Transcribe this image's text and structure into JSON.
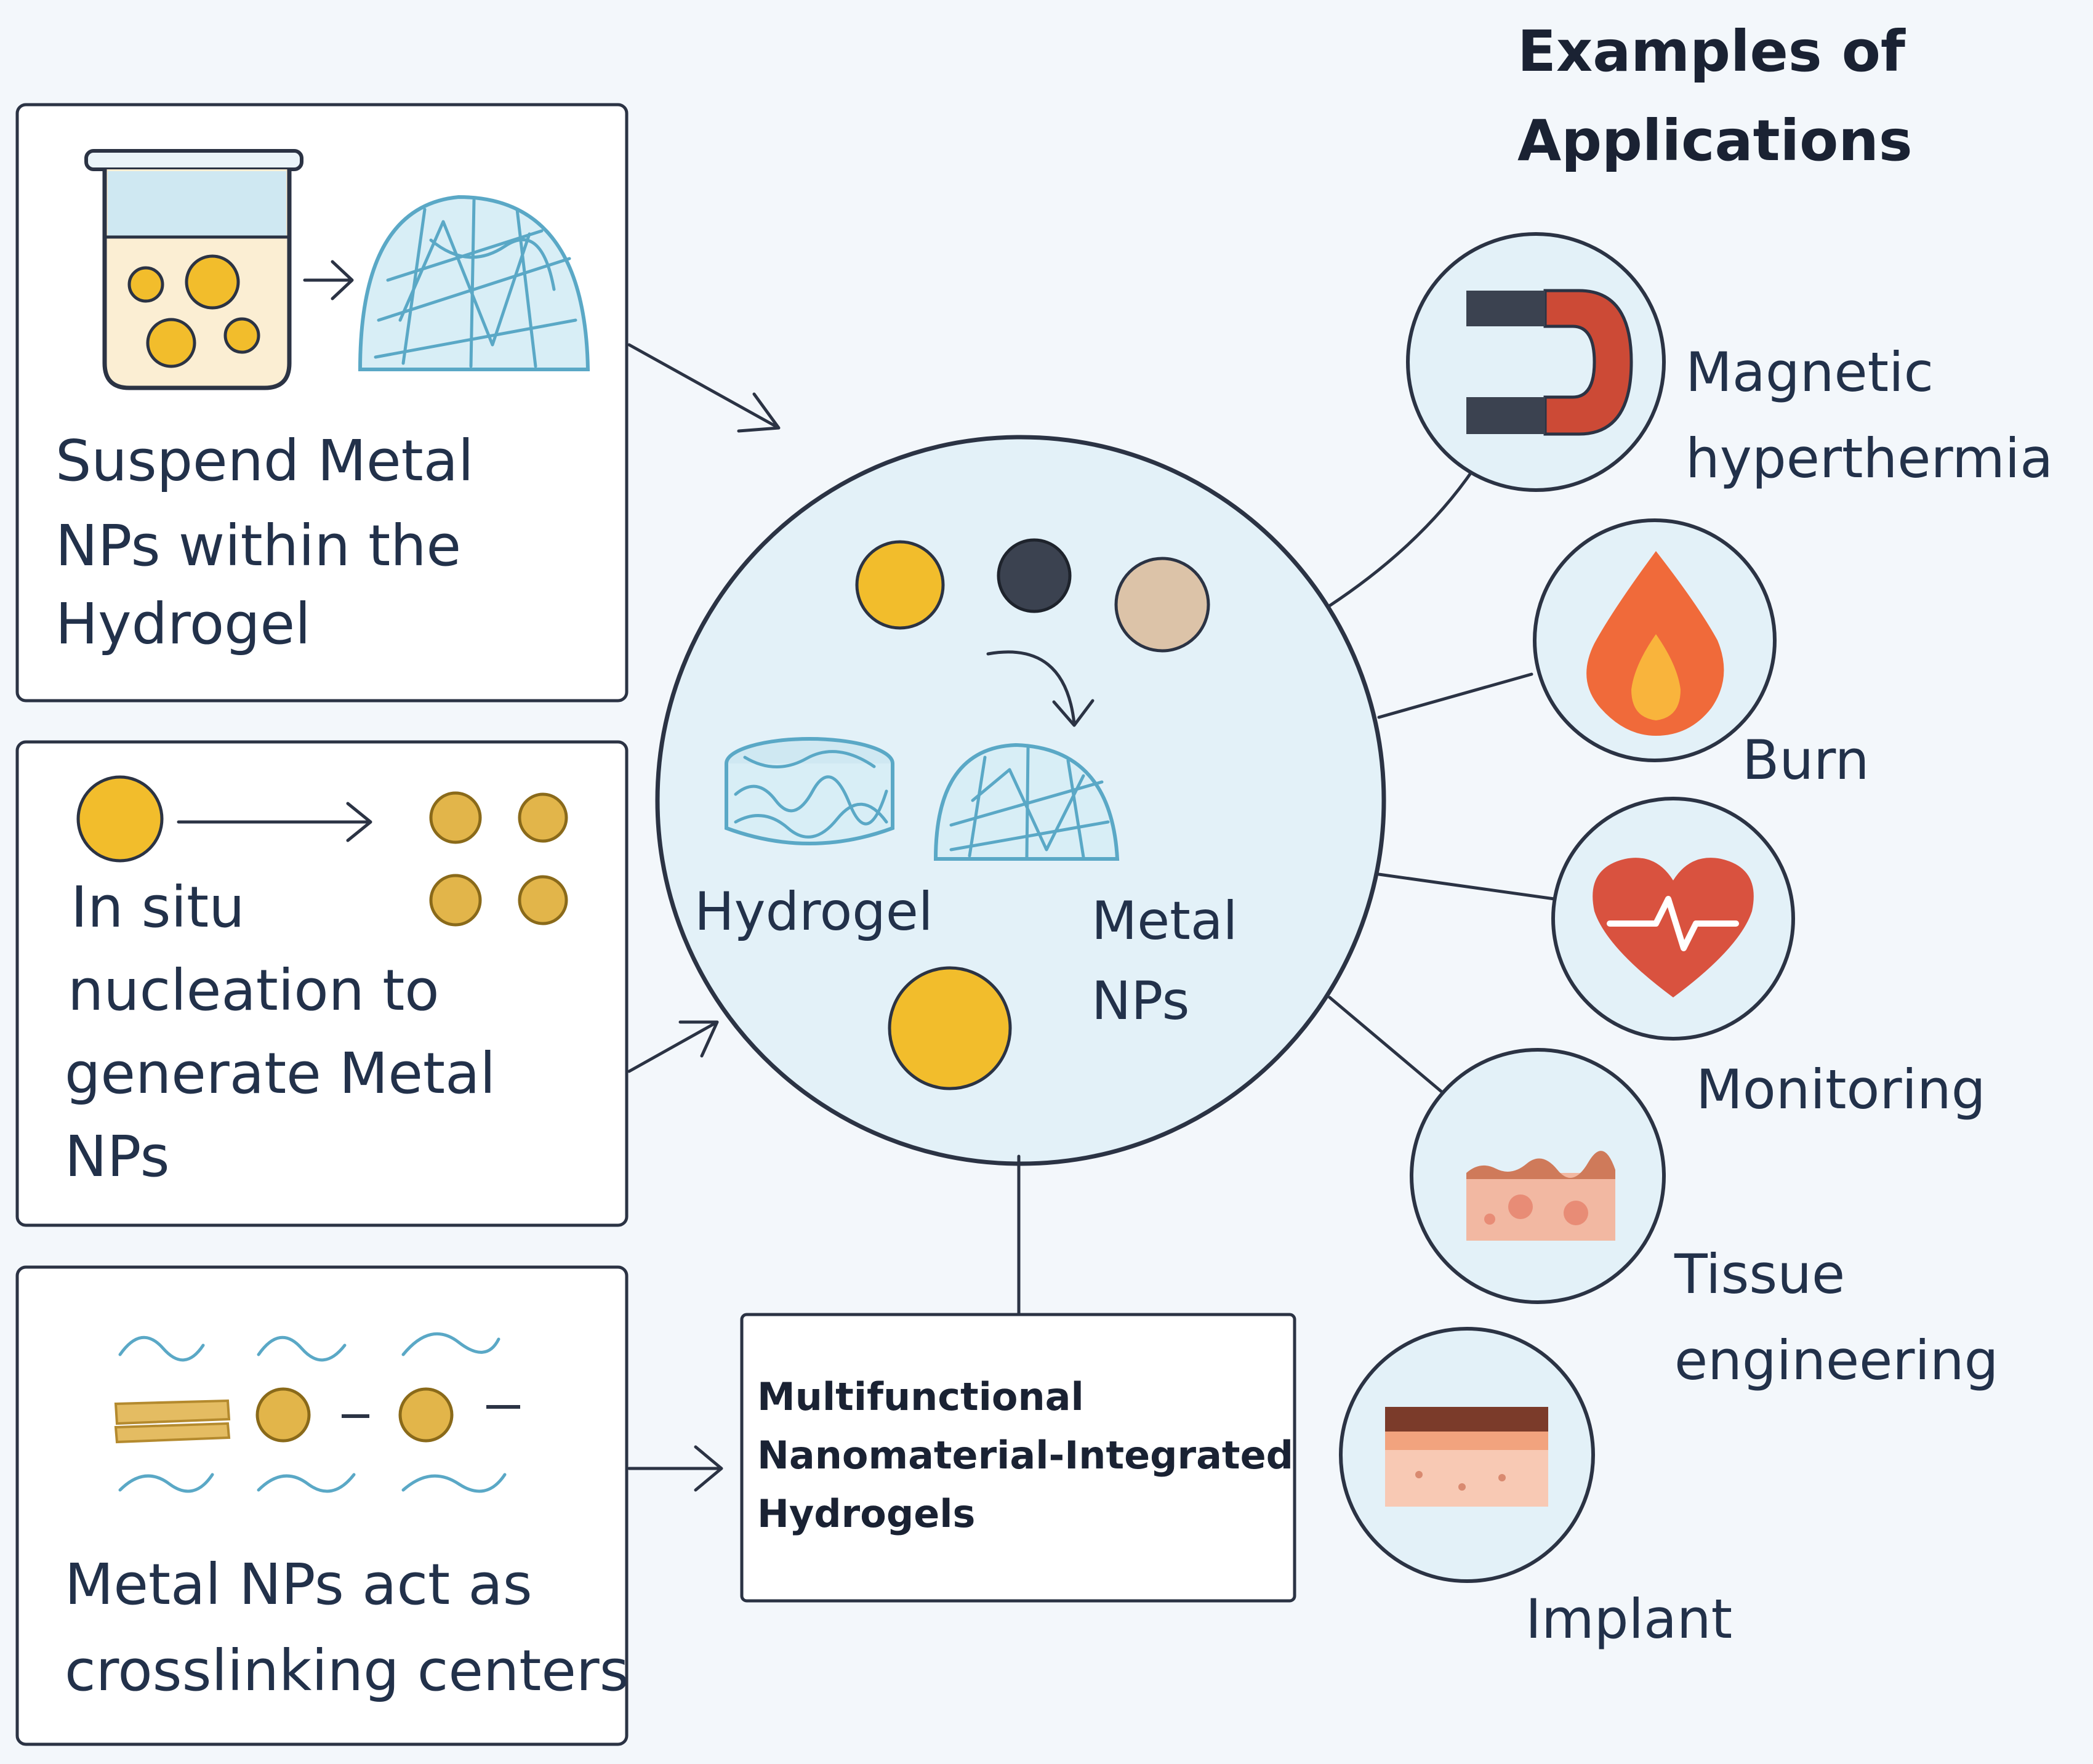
{
  "header": {
    "title_line1": "Examples of",
    "title_line2": "Applications"
  },
  "methods": [
    {
      "lines": [
        "Suspend Metal",
        "NPs within the",
        "Hydrogel"
      ]
    },
    {
      "lines": [
        "In situ",
        "nucleation to",
        "generate Metal",
        "NPs"
      ]
    },
    {
      "lines": [
        "Metal NPs act as",
        "crosslinking centers"
      ]
    }
  ],
  "center": {
    "hydrogel_label": "Hydrogel",
    "metal_label_line1": "Metal",
    "metal_label_line2": "NPs"
  },
  "result": {
    "lines": [
      "Multifunctional",
      "Nanomaterial-Integrated",
      "Hydrogels"
    ]
  },
  "applications": [
    {
      "lines": [
        "Magnetic",
        "hyperthermia"
      ],
      "icon": "magnet-icon"
    },
    {
      "lines": [
        "Burn"
      ],
      "icon": "flame-icon"
    },
    {
      "lines": [
        "Monitoring"
      ],
      "icon": "heart-pulse-icon"
    },
    {
      "lines": [
        "Tissue",
        "engineering"
      ],
      "icon": "tissue-icon"
    },
    {
      "lines": [
        "Implant"
      ],
      "icon": "implant-icon"
    }
  ],
  "colors": {
    "nanoparticle_gold": "#f2bd2c",
    "nanoparticle_dark": "#3b4250",
    "nanoparticle_beige": "#dcc3a8",
    "hydrogel_blue": "#5aa8c6",
    "circle_fill": "#e3f1f8",
    "magnet_red": "#cc4a36",
    "flame_orange": "#f06a3a",
    "heart_red": "#d9523f",
    "skin_pink": "#f2b8a2"
  }
}
